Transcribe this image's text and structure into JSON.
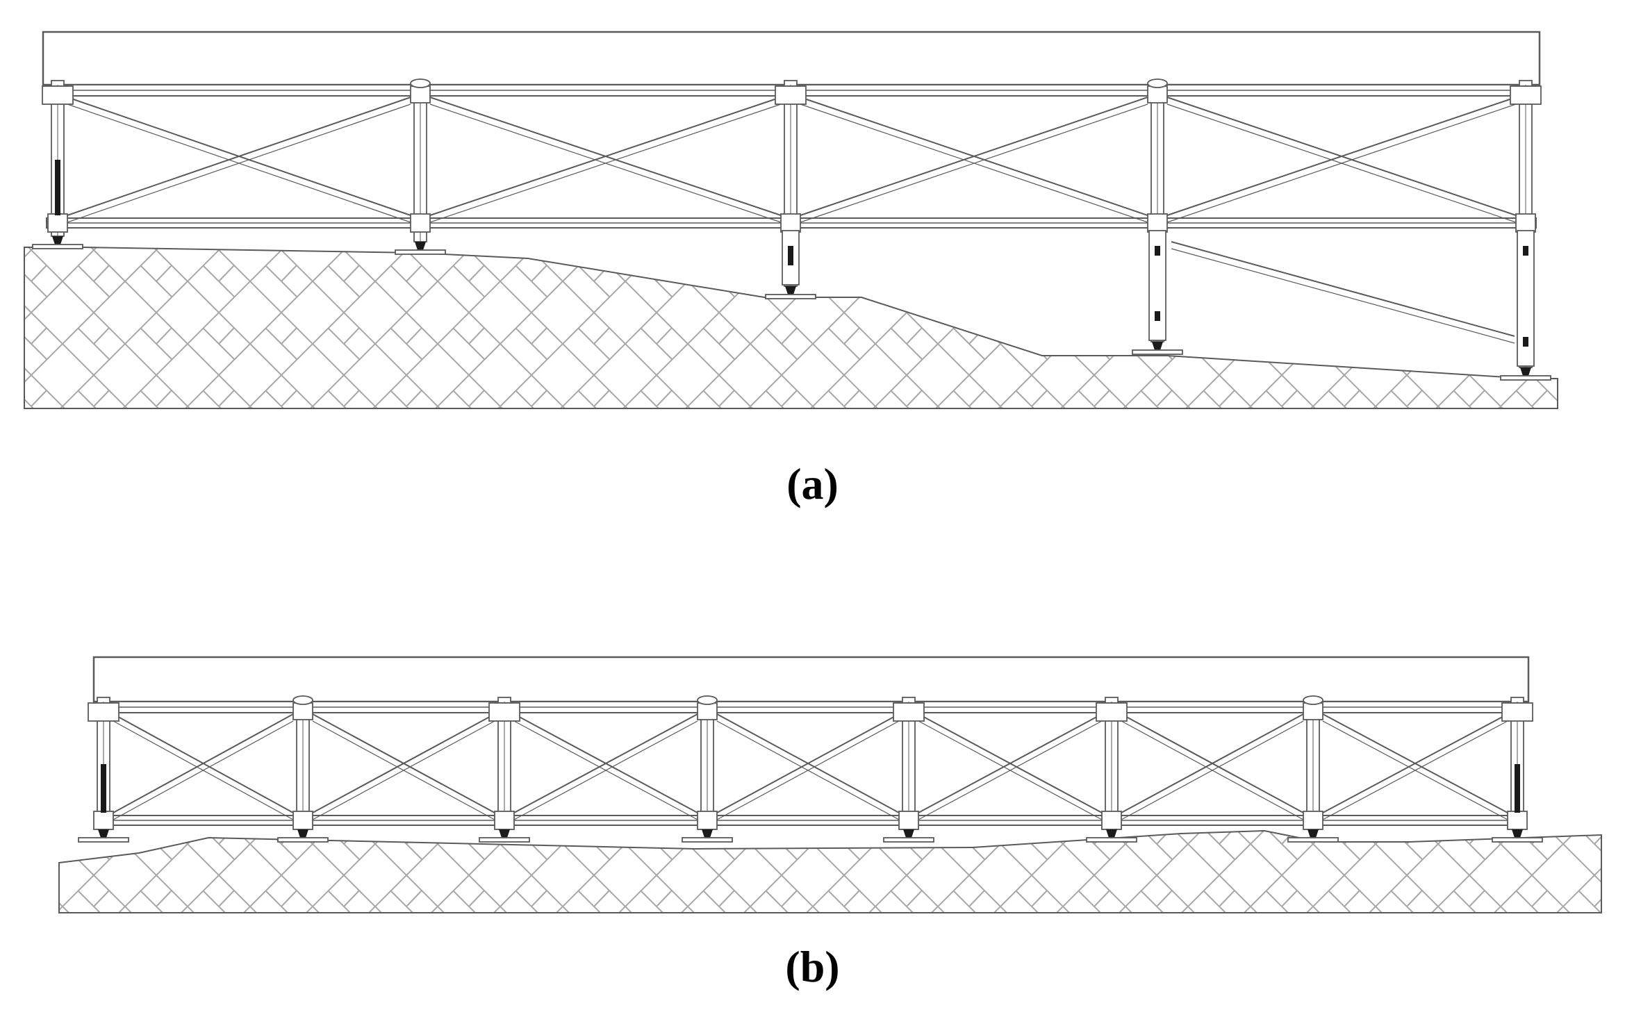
{
  "figure": {
    "panels": [
      {
        "id": "a",
        "label": "(a)",
        "bays": 4,
        "ground": "uneven-sloped"
      },
      {
        "id": "b",
        "label": "(b)",
        "bays": 7,
        "ground": "near-level"
      }
    ],
    "colors": {
      "line": "#5a5a5a",
      "hatch": "#9a9a9a",
      "dark": "#1a1a1a",
      "background": "#ffffff"
    },
    "icons": [
      "herringbone-ground-hatch",
      "cross-bracing",
      "screw-jack-base"
    ]
  }
}
